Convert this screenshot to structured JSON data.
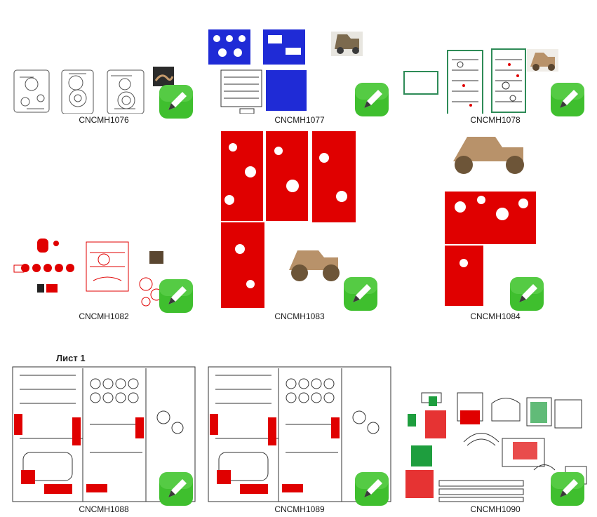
{
  "badge_icon": "corel-draw-pen-icon",
  "colors": {
    "badge_green": "#3fbf2e",
    "cut_red": "#e00000",
    "cut_blue": "#1f2bd6",
    "line_gray": "#555555",
    "wood": "#b8926a"
  },
  "files": [
    {
      "name": "CNCMH1076"
    },
    {
      "name": "CNCMH1077"
    },
    {
      "name": "CNCMH1078"
    },
    {
      "name": "CNCMH1082"
    },
    {
      "name": "CNCMH1083"
    },
    {
      "name": "CNCMH1084"
    },
    {
      "name": "CNCMH1088",
      "sheet_label": "Лист 1"
    },
    {
      "name": "CNCMH1089"
    },
    {
      "name": "CNCMH1090"
    }
  ]
}
